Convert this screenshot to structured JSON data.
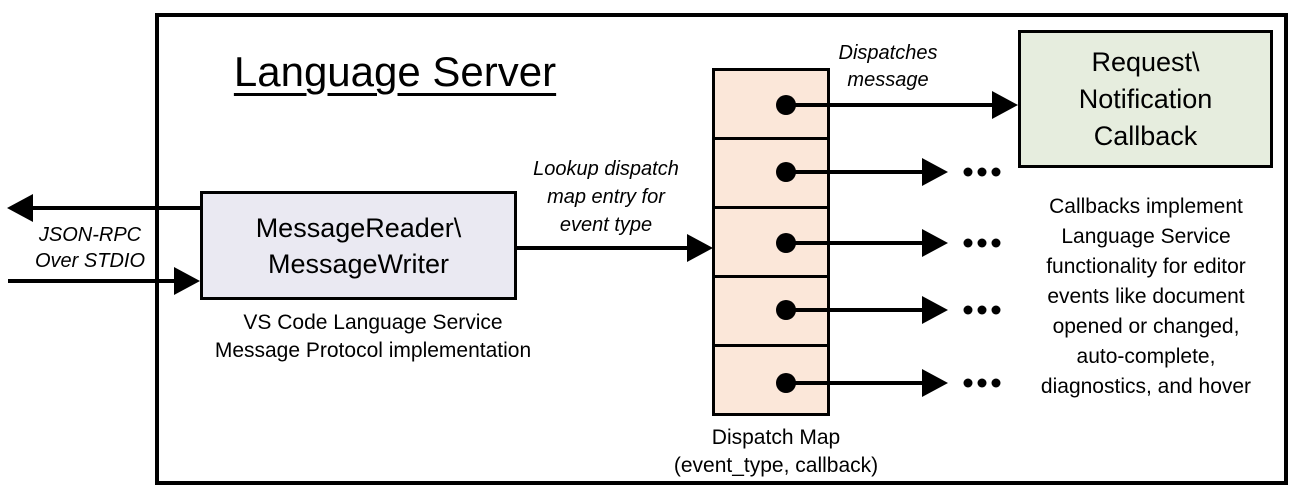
{
  "diagram": {
    "title": "Language Server",
    "reader": {
      "label_lines": [
        "MessageReader\\",
        "MessageWriter"
      ],
      "caption_lines": [
        "VS Code Language Service",
        "Message Protocol implementation"
      ]
    },
    "dispatch_map": {
      "cells": 5,
      "caption_lines": [
        "Dispatch Map",
        "(event_type, callback)"
      ]
    },
    "callback": {
      "label_lines": [
        "Request\\",
        "Notification",
        "Callback"
      ],
      "description_lines": [
        "Callbacks implement",
        "Language Service",
        "functionality for editor",
        "events like document",
        "opened or changed,",
        "auto-complete,",
        "diagnostics, and hover"
      ]
    },
    "annotations": {
      "json_rpc_lines": [
        "JSON-RPC",
        "Over STDIO"
      ],
      "lookup_lines": [
        "Lookup dispatch",
        "map entry for",
        "event type"
      ],
      "dispatches_lines": [
        "Dispatches",
        "message"
      ]
    },
    "colors": {
      "reader_fill": "#EAE9F2",
      "dispatch_fill": "#FBE7D9",
      "callback_fill": "#E6EDDE",
      "stroke": "#000000"
    }
  }
}
